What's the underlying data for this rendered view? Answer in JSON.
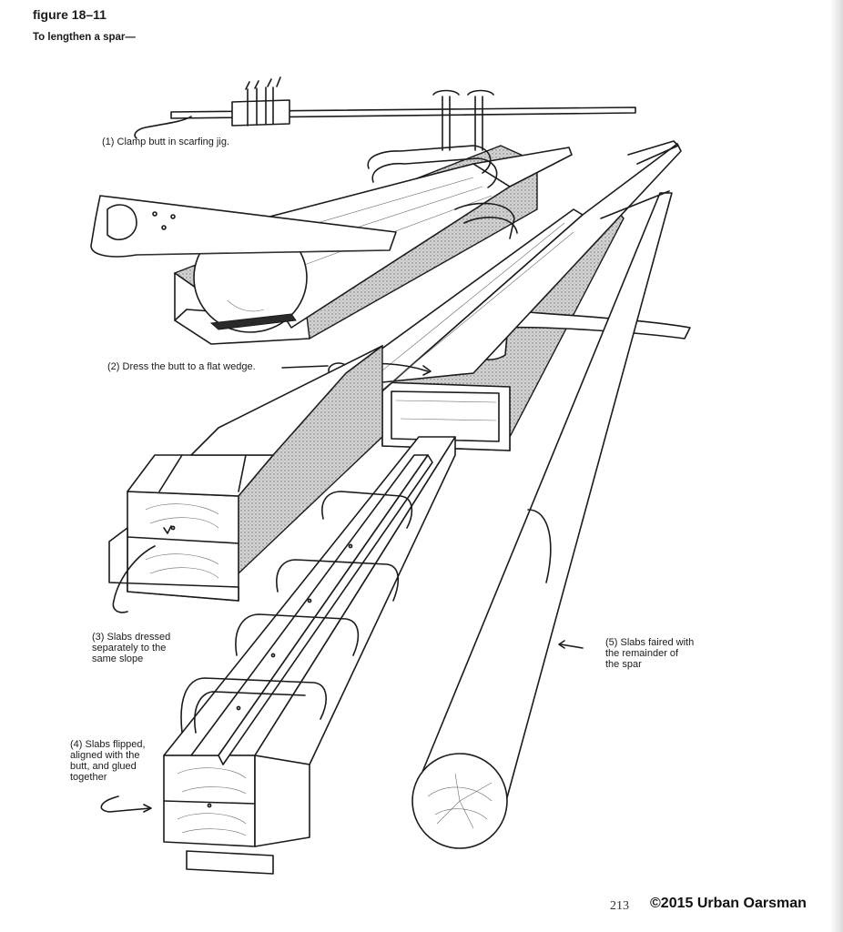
{
  "figure": {
    "label": "figure 18–11",
    "subtitle": "To lengthen a spar—"
  },
  "steps": [
    {
      "id": 1,
      "text": "(1) Clamp butt in scarfing jig."
    },
    {
      "id": 2,
      "text": "(2) Dress the butt to a flat wedge."
    },
    {
      "id": 3,
      "text": "(3) Slabs dressed\nseparately to the\nsame slope"
    },
    {
      "id": 4,
      "text": "(4) Slabs flipped,\naligned with the\nbutt, and glued\ntogether"
    },
    {
      "id": 5,
      "text": "(5) Slabs faired with\nthe remainder of\nthe spar"
    }
  ],
  "page_number": "213",
  "copyright": "©2015 Urban Oarsman"
}
